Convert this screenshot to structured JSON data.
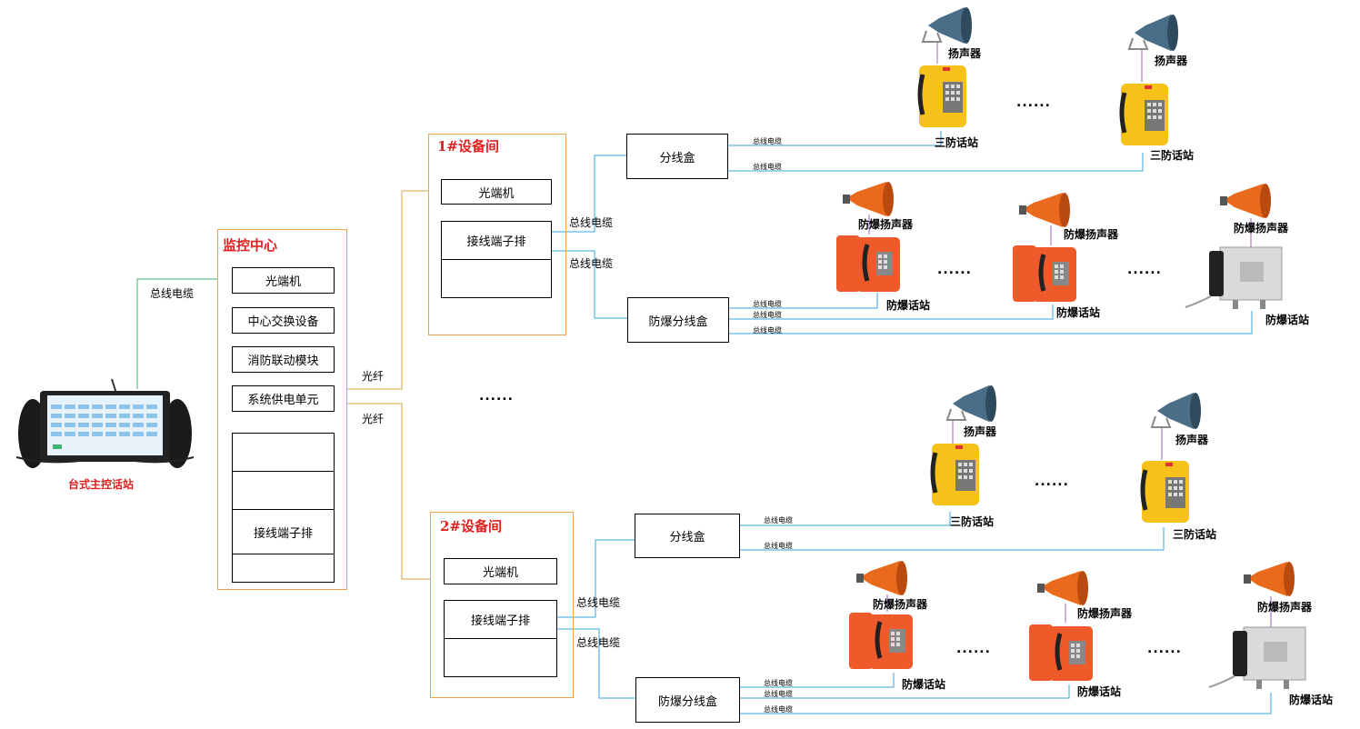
{
  "console": {
    "label": "台式主控话站"
  },
  "monitor": {
    "title": "监控中心",
    "items": [
      "光端机",
      "中心交换设备",
      "消防联动模块",
      "系统供电单元"
    ],
    "terminal": "接线端子排"
  },
  "room1": {
    "title": "1#设备间",
    "optical": "光端机",
    "terminal": "接线端子排"
  },
  "room2": {
    "title": "2#设备间",
    "optical": "光端机",
    "terminal": "接线端子排"
  },
  "boxes": {
    "branch": "分线盒",
    "ex_branch": "防爆分线盒"
  },
  "labels": {
    "bus_cable": "总线电缆",
    "fiber": "光纤",
    "speaker": "扬声器",
    "ex_speaker": "防爆扬声器",
    "phone3": "三防话站",
    "ex_phone": "防爆话站",
    "ellipsis": "......"
  },
  "colors": {
    "fiber_line": "#d8a040",
    "cable_line": "#3aa6dc",
    "console_line": "#3cb371",
    "speaker_line": "#a060c0",
    "frame": "#f0a050",
    "title_red": "#e02020",
    "phone_yellow": "#f6c21a",
    "phone_orange": "#ee5a2a",
    "horn_blue": "#4a6e86",
    "horn_orange": "#e96a1c"
  }
}
